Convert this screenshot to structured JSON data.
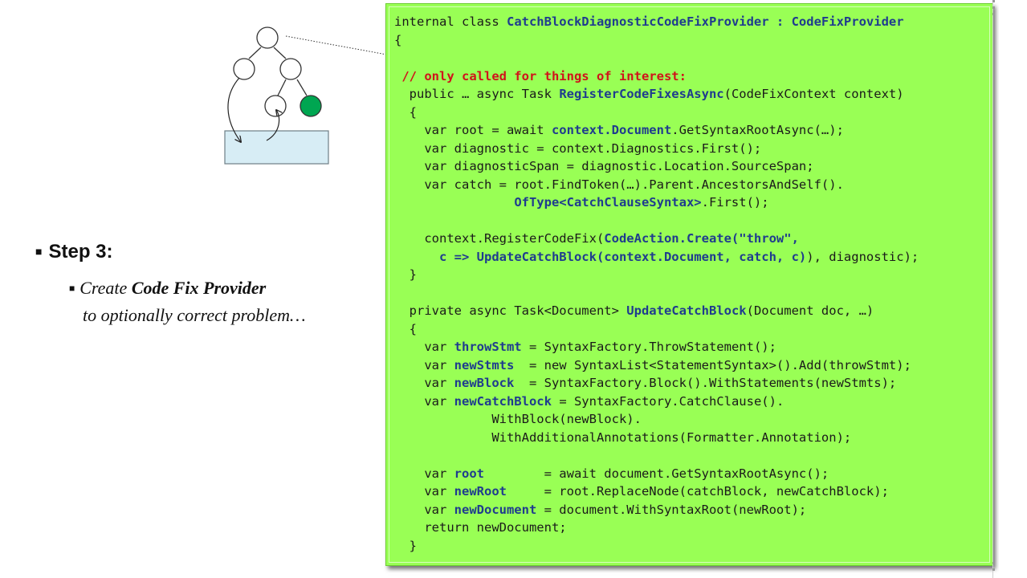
{
  "slide": {
    "step_title": "Step 3:",
    "sub_prefix": "Create ",
    "sub_bold": "Code Fix Provider",
    "sub_line2": "to optionally correct problem…"
  },
  "diagram": {
    "node_fill": "#ffffff",
    "highlight_node_fill": "#00a651",
    "target_fill": "#d7edf5"
  },
  "code": {
    "background": "#99ff55",
    "keyword_color": "#1f3c8e",
    "comment_color": "#d0121a",
    "lines": [
      [
        {
          "t": "internal class "
        },
        {
          "t": "CatchBlockDiagnosticCodeFixProvider : CodeFixProvider",
          "k": 1
        }
      ],
      [
        {
          "t": "{"
        }
      ],
      [
        {
          "t": ""
        }
      ],
      [
        {
          "t": " // only called for things of interest:",
          "c": 1
        }
      ],
      [
        {
          "t": "  public … async Task "
        },
        {
          "t": "RegisterCodeFixesAsync",
          "k": 1
        },
        {
          "t": "(CodeFixContext context)"
        }
      ],
      [
        {
          "t": "  {"
        }
      ],
      [
        {
          "t": "    var root = await "
        },
        {
          "t": "context.Document",
          "k": 1
        },
        {
          "t": ".GetSyntaxRootAsync(…);"
        }
      ],
      [
        {
          "t": "    var diagnostic = context.Diagnostics.First();"
        }
      ],
      [
        {
          "t": "    var diagnosticSpan = diagnostic.Location.SourceSpan;"
        }
      ],
      [
        {
          "t": "    var catch = root.FindToken(…).Parent.AncestorsAndSelf()."
        }
      ],
      [
        {
          "t": "                "
        },
        {
          "t": "OfType<CatchClauseSyntax>",
          "k": 1
        },
        {
          "t": ".First();"
        }
      ],
      [
        {
          "t": ""
        }
      ],
      [
        {
          "t": "    context.RegisterCodeFix("
        },
        {
          "t": "CodeAction.Create(\"throw\",",
          "k": 1
        }
      ],
      [
        {
          "t": "      "
        },
        {
          "t": "c => UpdateCatchBlock(context.Document, catch, c)",
          "k": 1
        },
        {
          "t": "), diagnostic);"
        }
      ],
      [
        {
          "t": "  }"
        }
      ],
      [
        {
          "t": ""
        }
      ],
      [
        {
          "t": "  private async Task<Document> "
        },
        {
          "t": "UpdateCatchBlock",
          "k": 1
        },
        {
          "t": "(Document doc, …)"
        }
      ],
      [
        {
          "t": "  {"
        }
      ],
      [
        {
          "t": "    var "
        },
        {
          "t": "throwStmt",
          "k": 1
        },
        {
          "t": " = SyntaxFactory.ThrowStatement();"
        }
      ],
      [
        {
          "t": "    var "
        },
        {
          "t": "newStmts",
          "k": 1
        },
        {
          "t": "  = new SyntaxList<StatementSyntax>().Add(throwStmt);"
        }
      ],
      [
        {
          "t": "    var "
        },
        {
          "t": "newBlock",
          "k": 1
        },
        {
          "t": "  = SyntaxFactory.Block().WithStatements(newStmts);"
        }
      ],
      [
        {
          "t": "    var "
        },
        {
          "t": "newCatchBlock",
          "k": 1
        },
        {
          "t": " = SyntaxFactory.CatchClause()."
        }
      ],
      [
        {
          "t": "             WithBlock(newBlock)."
        }
      ],
      [
        {
          "t": "             WithAdditionalAnnotations(Formatter.Annotation);"
        }
      ],
      [
        {
          "t": ""
        }
      ],
      [
        {
          "t": "    var "
        },
        {
          "t": "root",
          "k": 1
        },
        {
          "t": "        = await document.GetSyntaxRootAsync();"
        }
      ],
      [
        {
          "t": "    var "
        },
        {
          "t": "newRoot",
          "k": 1
        },
        {
          "t": "     = root.ReplaceNode(catchBlock, newCatchBlock);"
        }
      ],
      [
        {
          "t": "    var "
        },
        {
          "t": "newDocument",
          "k": 1
        },
        {
          "t": " = document.WithSyntaxRoot(newRoot);"
        }
      ],
      [
        {
          "t": "    return newDocument;"
        }
      ],
      [
        {
          "t": "  }"
        }
      ]
    ]
  }
}
